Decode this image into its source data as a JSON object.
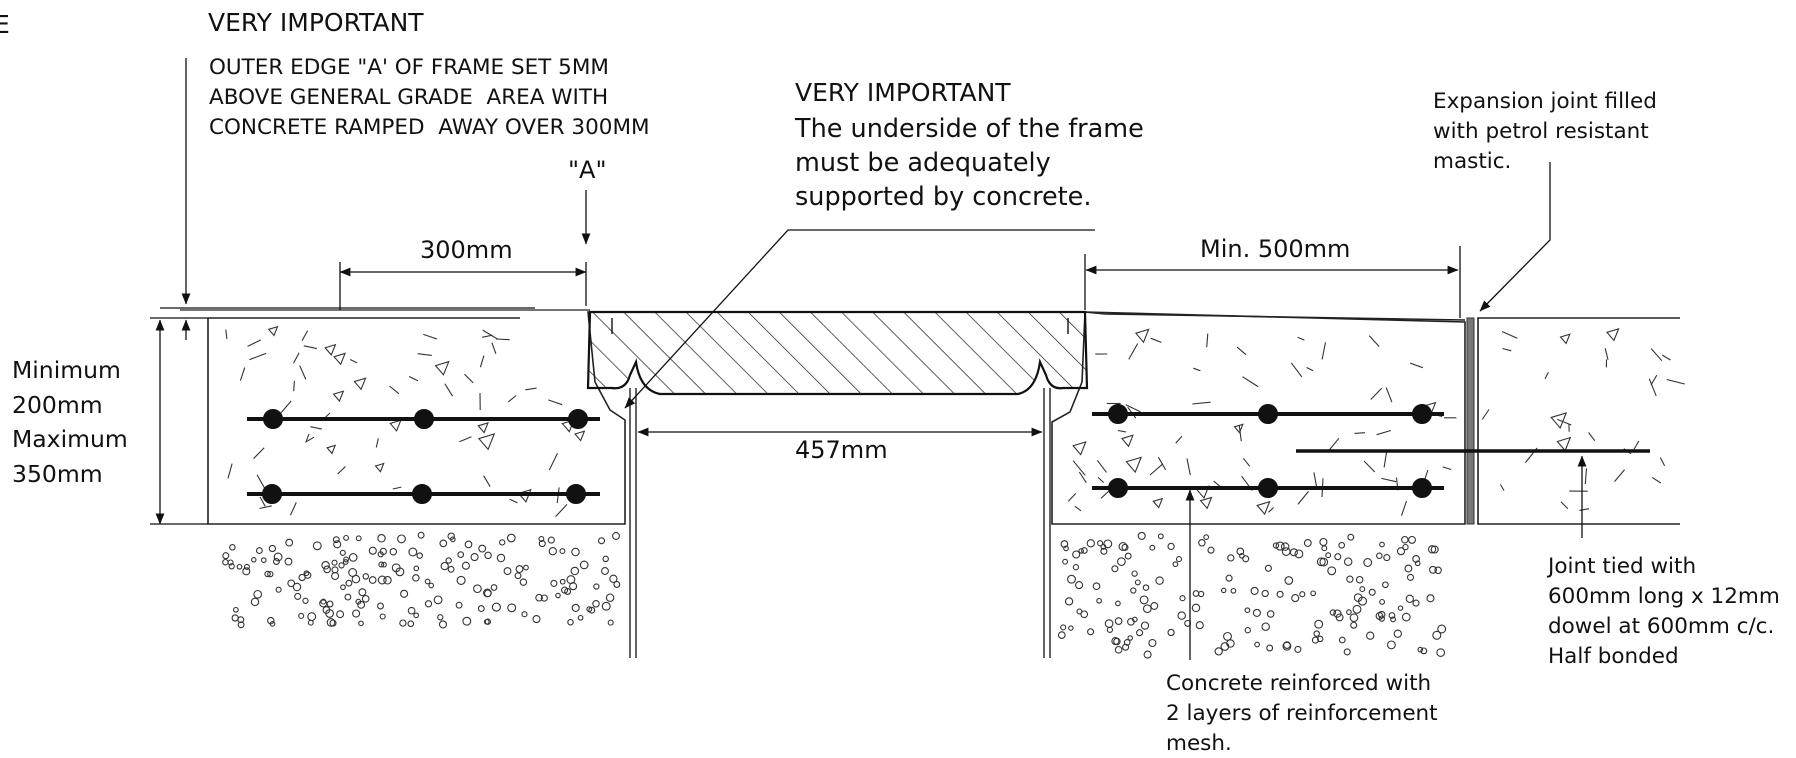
{
  "diagram": {
    "corner_mark": "E",
    "outer_edge_note": {
      "heading": "VERY IMPORTANT",
      "lines": [
        "OUTER EDGE \"A' OF FRAME SET 5MM",
        "ABOVE GENERAL GRADE  AREA WITH",
        "CONCRETE RAMPED  AWAY OVER 300MM"
      ]
    },
    "point_a_label": "\"A\"",
    "frame_support_note": {
      "heading": "VERY IMPORTANT",
      "lines": [
        "The underside of the frame",
        "must be adequately",
        "supported by concrete."
      ]
    },
    "expansion_note": [
      "Expansion joint filled",
      "with petrol resistant",
      "mastic."
    ],
    "dim_ramp": "300mm",
    "dim_min_distance": "Min. 500mm",
    "dim_opening": "457mm",
    "depth_labels": [
      "Minimum",
      "200mm",
      "Maximum",
      "350mm"
    ],
    "dowel_note": [
      "Joint tied with",
      "600mm long x 12mm",
      "dowel at 600mm c/c.",
      "Half bonded"
    ],
    "reinforcement_note": [
      "Concrete reinforced with",
      "2 layers of reinforcement",
      "mesh."
    ]
  }
}
